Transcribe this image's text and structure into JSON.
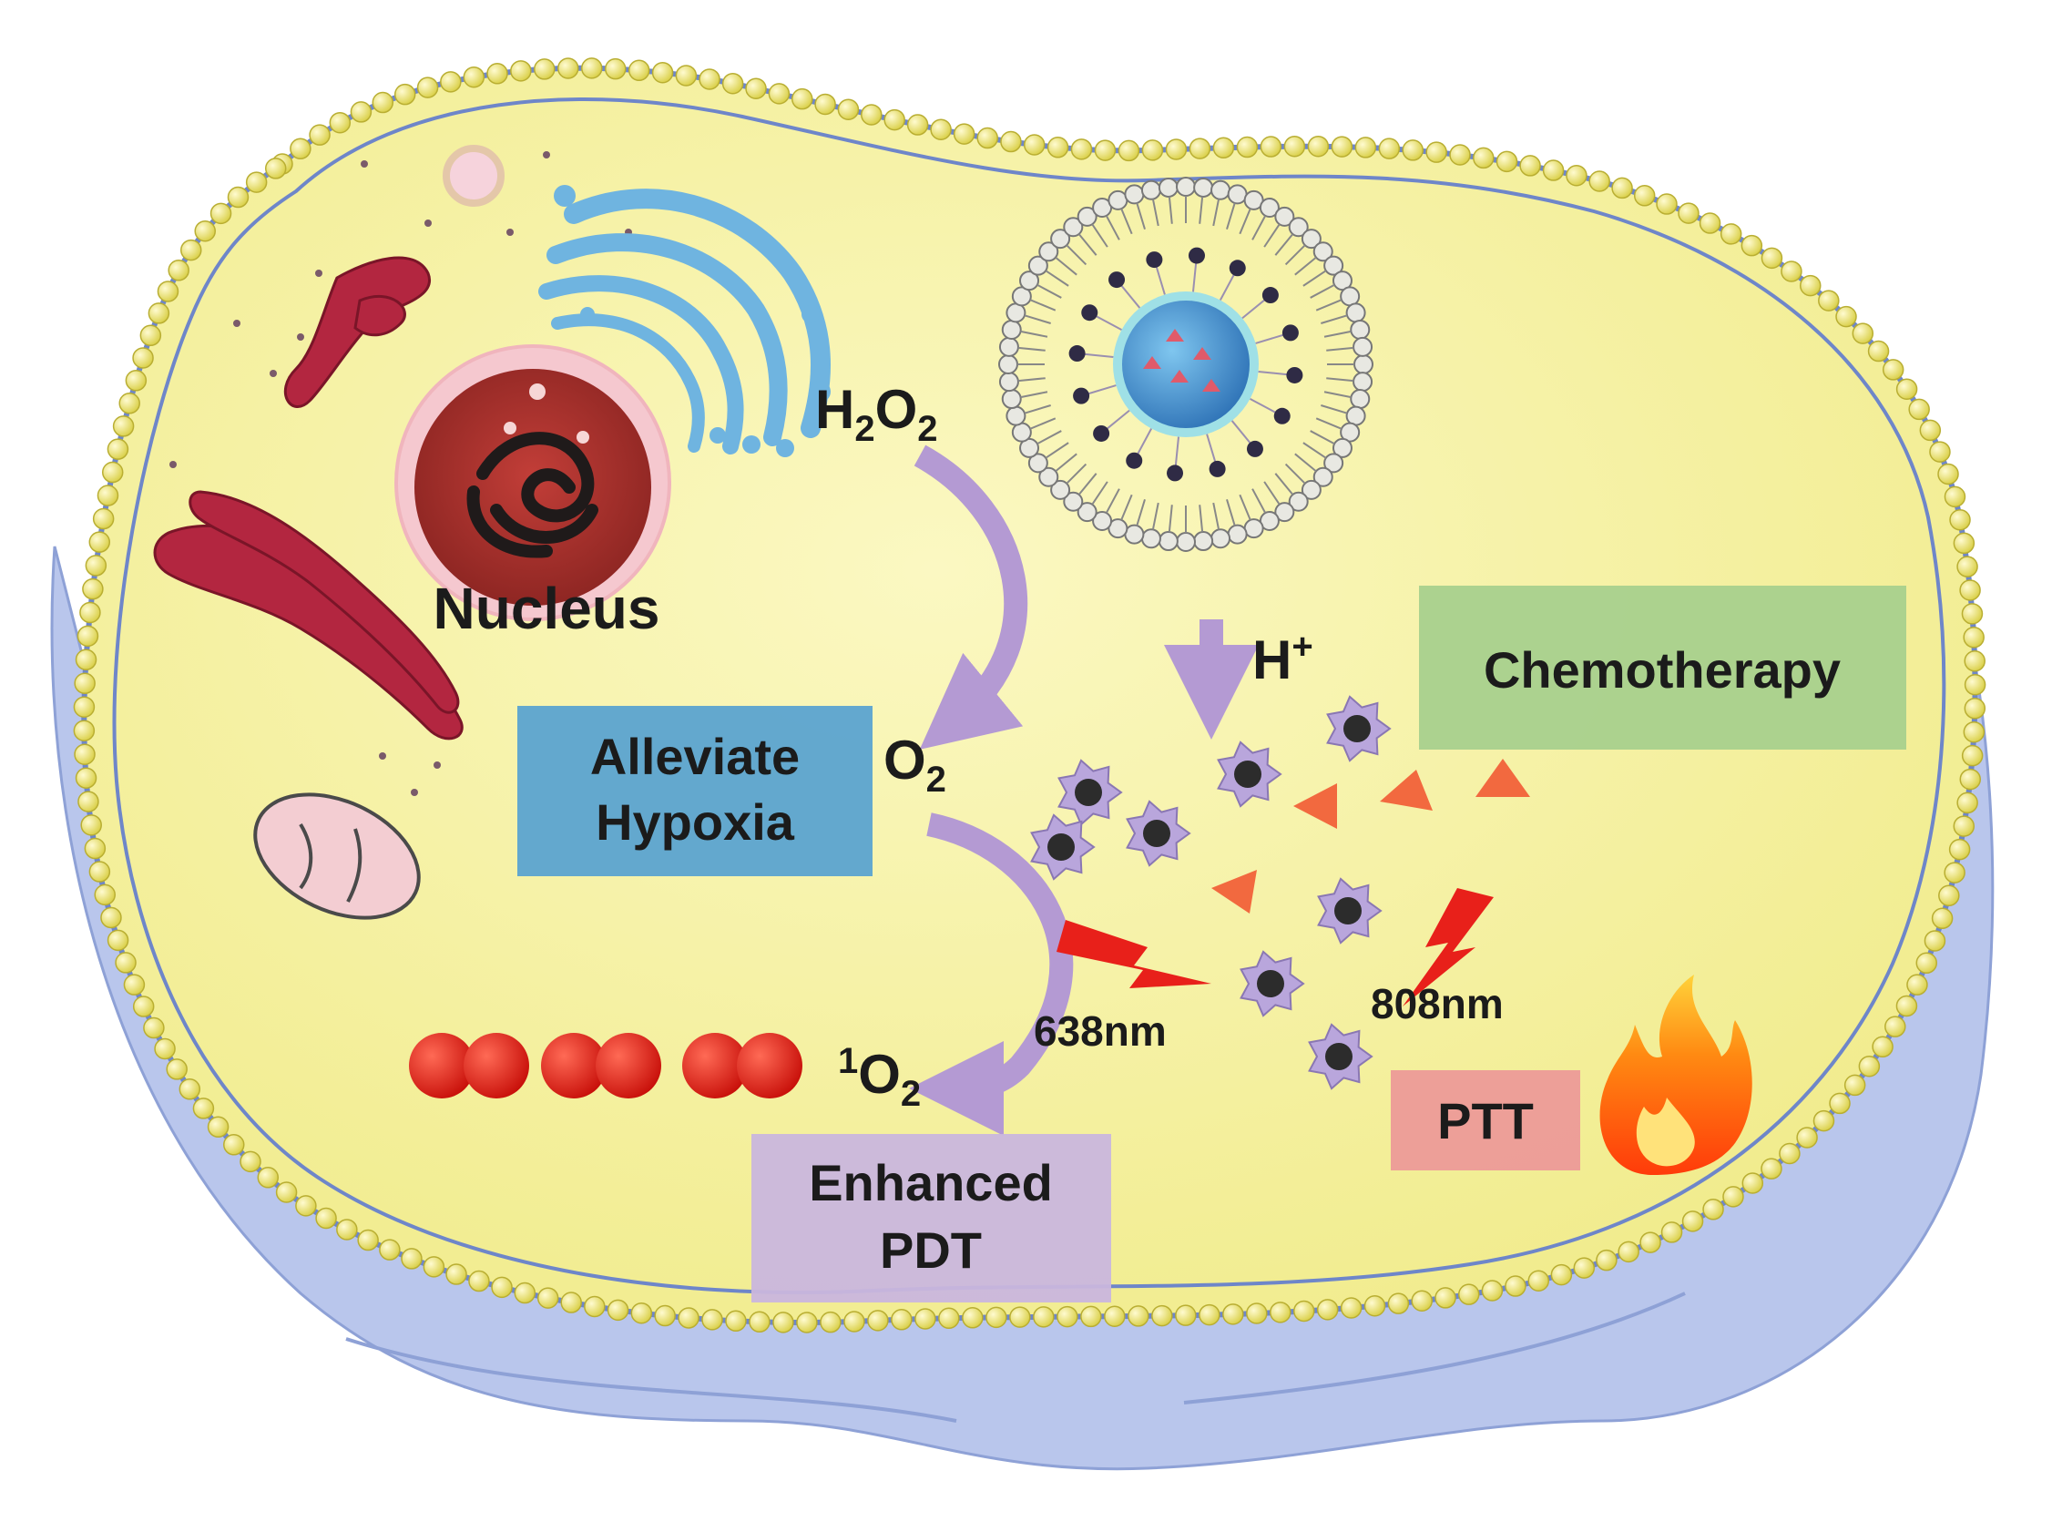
{
  "labels": {
    "nucleus": "Nucleus",
    "h2o2": {
      "main": "H",
      "sub1": "2",
      "mid": "O",
      "sub2": "2"
    },
    "o2": {
      "main": "O",
      "sub": "2"
    },
    "singlet_o2": {
      "sup": "1",
      "main": "O",
      "sub": "2"
    },
    "h_plus": {
      "main": "H",
      "sup": "+"
    },
    "wavelength_638": "638nm",
    "wavelength_808": "808nm"
  },
  "boxes": {
    "alleviate": {
      "line1": "Alleviate",
      "line2": "Hypoxia",
      "color": "#5ba3d0"
    },
    "chemotherapy": {
      "text": "Chemotherapy",
      "color": "#a8d08d"
    },
    "enhanced_pdt": {
      "line1": "Enhanced",
      "line2": "PDT",
      "color": "#c9b6dd"
    },
    "ptt": {
      "text": "PTT",
      "color": "#ec9a98"
    }
  },
  "colors": {
    "cytoplasm": "#f6f2a0",
    "membrane_bead": "#f1ea6d",
    "membrane_line": "#6e86c9",
    "extracellular": "#b9c6ec",
    "arrow": "#b49ad3",
    "lightning": "#e8201a",
    "drug_triangle": "#f2693f",
    "nucleus": "#a9302c",
    "golgi": "#6fb4e0",
    "er": "#b32640",
    "mitochondrion": "#f3cdd2"
  },
  "icons": [
    "lightning-icon",
    "flame-icon",
    "nanoparticle-icon",
    "star-particle-icon",
    "singlet-oxygen-icon"
  ]
}
